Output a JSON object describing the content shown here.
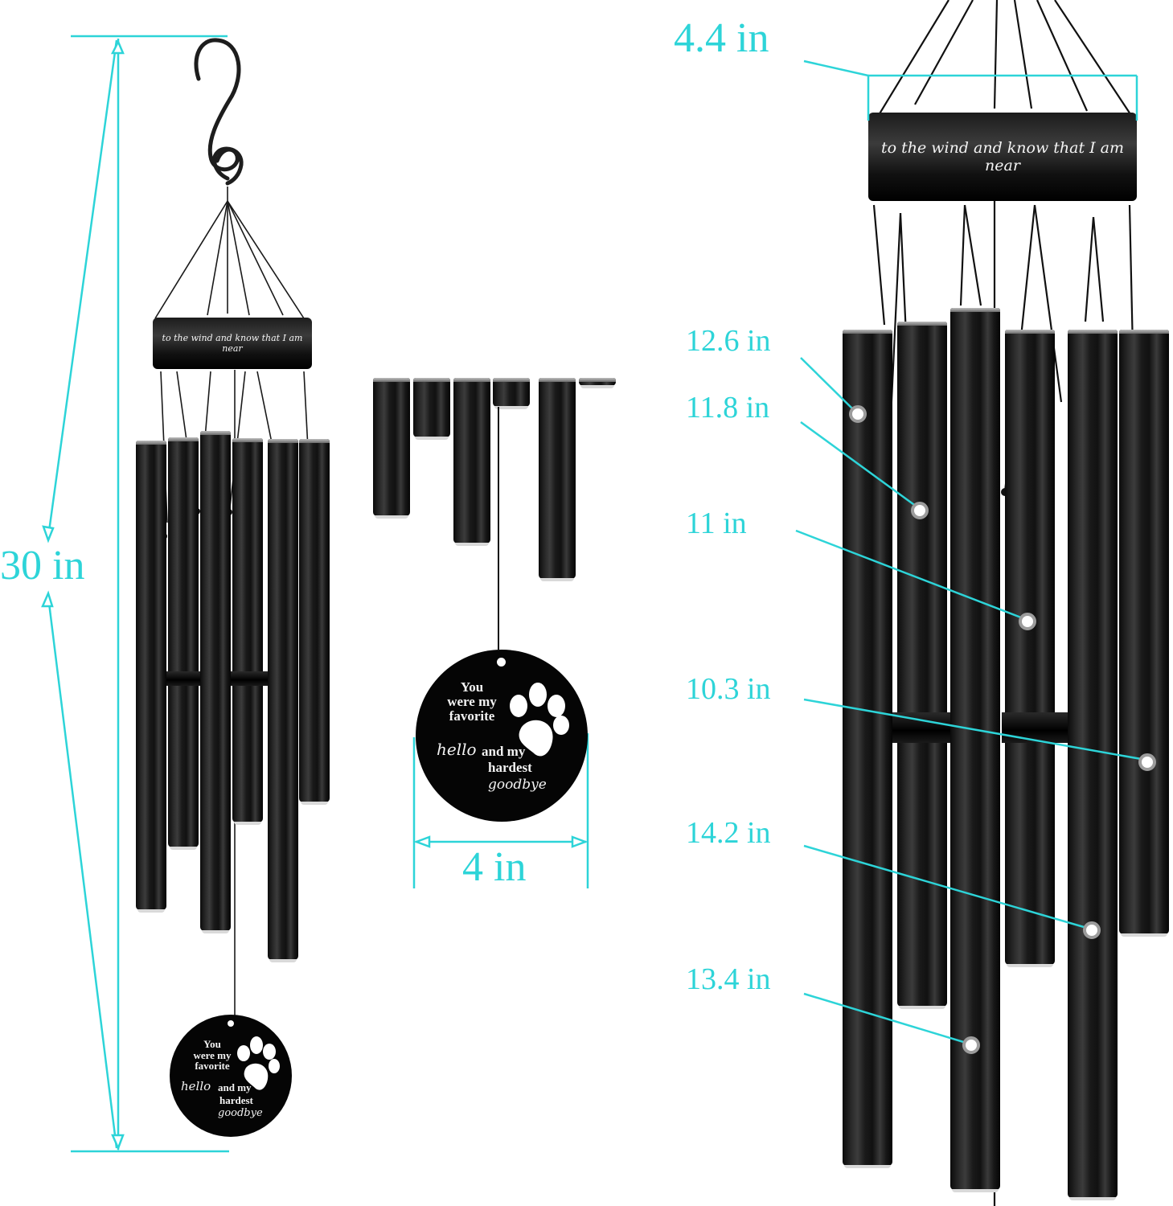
{
  "title": "Wind chime dimensions infographic",
  "colors": {
    "accent": "#2dd4d8",
    "product": "#0a0a0a",
    "background": "#ffffff"
  },
  "overall": {
    "height_label": "30 in"
  },
  "band": {
    "engraving": "to the wind and know  that I am near",
    "diameter_label": "4.4 in"
  },
  "pendant": {
    "diameter_label": "4 in",
    "lines": [
      "You",
      "were my",
      "favorite"
    ],
    "hello": "hello",
    "and_my": "and my",
    "hardest": "hardest",
    "goodbye": "goodbye",
    "icon": "paw-print-icon"
  },
  "tube_lengths": [
    {
      "label": "12.6 in"
    },
    {
      "label": "11.8 in"
    },
    {
      "label": "11 in"
    },
    {
      "label": "10.3 in"
    },
    {
      "label": "14.2 in"
    },
    {
      "label": "13.4 in"
    }
  ]
}
